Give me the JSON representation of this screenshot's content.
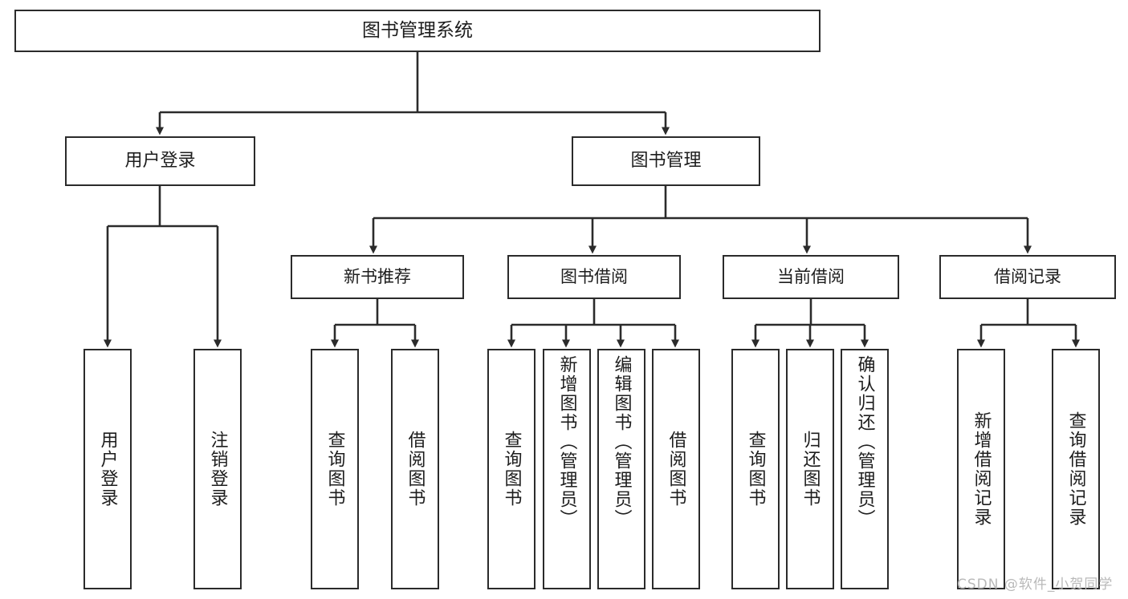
{
  "diagram": {
    "type": "tree",
    "title": "图书管理系统",
    "style": {
      "box_border_color": "#2b2b2b",
      "box_fill_color": "#ffffff",
      "text_color": "#1d1d1d",
      "connector_color": "#2b2b2b",
      "watermark_color": "#b9b9b9"
    },
    "root": {
      "label": "图书管理系统"
    },
    "level1": [
      {
        "label": "用户登录"
      },
      {
        "label": "图书管理"
      }
    ],
    "level2": [
      {
        "label": "新书推荐",
        "parent": "图书管理"
      },
      {
        "label": "图书借阅",
        "parent": "图书管理"
      },
      {
        "label": "当前借阅",
        "parent": "图书管理"
      },
      {
        "label": "借阅记录",
        "parent": "图书管理"
      }
    ],
    "leaves": {
      "用户登录": [
        {
          "label": "用户登录"
        },
        {
          "label": "注销登录"
        }
      ],
      "新书推荐": [
        {
          "label": "查询图书"
        },
        {
          "label": "借阅图书"
        }
      ],
      "图书借阅": [
        {
          "label": "查询图书"
        },
        {
          "label": "新增图书（管理员）"
        },
        {
          "label": "编辑图书（管理员）"
        },
        {
          "label": "借阅图书"
        }
      ],
      "当前借阅": [
        {
          "label": "查询图书"
        },
        {
          "label": "归还图书"
        },
        {
          "label": "确认归还（管理员）"
        }
      ],
      "借阅记录": [
        {
          "label": "新增借阅记录"
        },
        {
          "label": "查询借阅记录"
        }
      ]
    }
  },
  "watermark": {
    "text": "CSDN @软件_小贺同学"
  }
}
